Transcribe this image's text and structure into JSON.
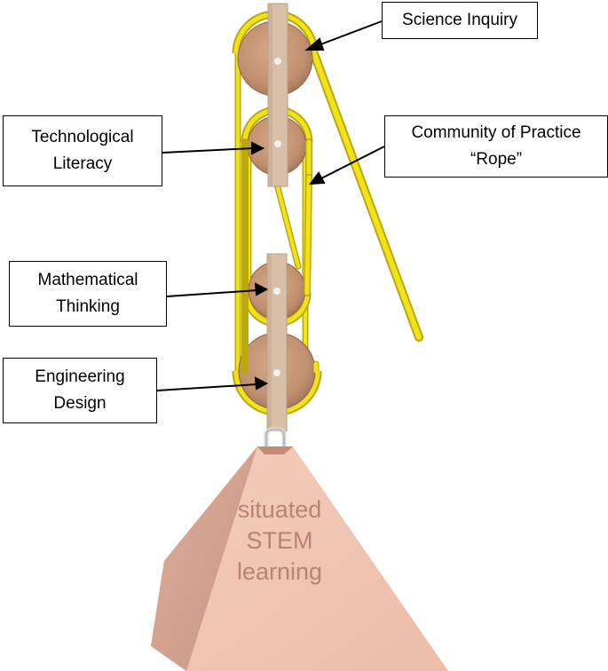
{
  "labels": {
    "science_inquiry": "Science Inquiry",
    "technological_literacy_line1": "Technological",
    "technological_literacy_line2": "Literacy",
    "community_line1": "Community of Practice",
    "community_line2": "“Rope”",
    "mathematical_thinking_line1": "Mathematical",
    "mathematical_thinking_line2": "Thinking",
    "engineering_design_line1": "Engineering",
    "engineering_design_line2": "Design"
  },
  "weight": {
    "line1": "situated",
    "line2": "STEM",
    "line3": "learning"
  },
  "colors": {
    "rope": "#f2e21c",
    "rope_edge": "#b9a90c",
    "pulley": "#c79878",
    "pulley_dark": "#a87a5c",
    "bracket": "#d7bfa8",
    "weight_front": "#f0c6b4",
    "weight_side": "#d9a896",
    "weight_text": "#b78472"
  },
  "icons": {
    "pulley": "pulley-icon",
    "weight": "pyramid-weight-icon"
  }
}
